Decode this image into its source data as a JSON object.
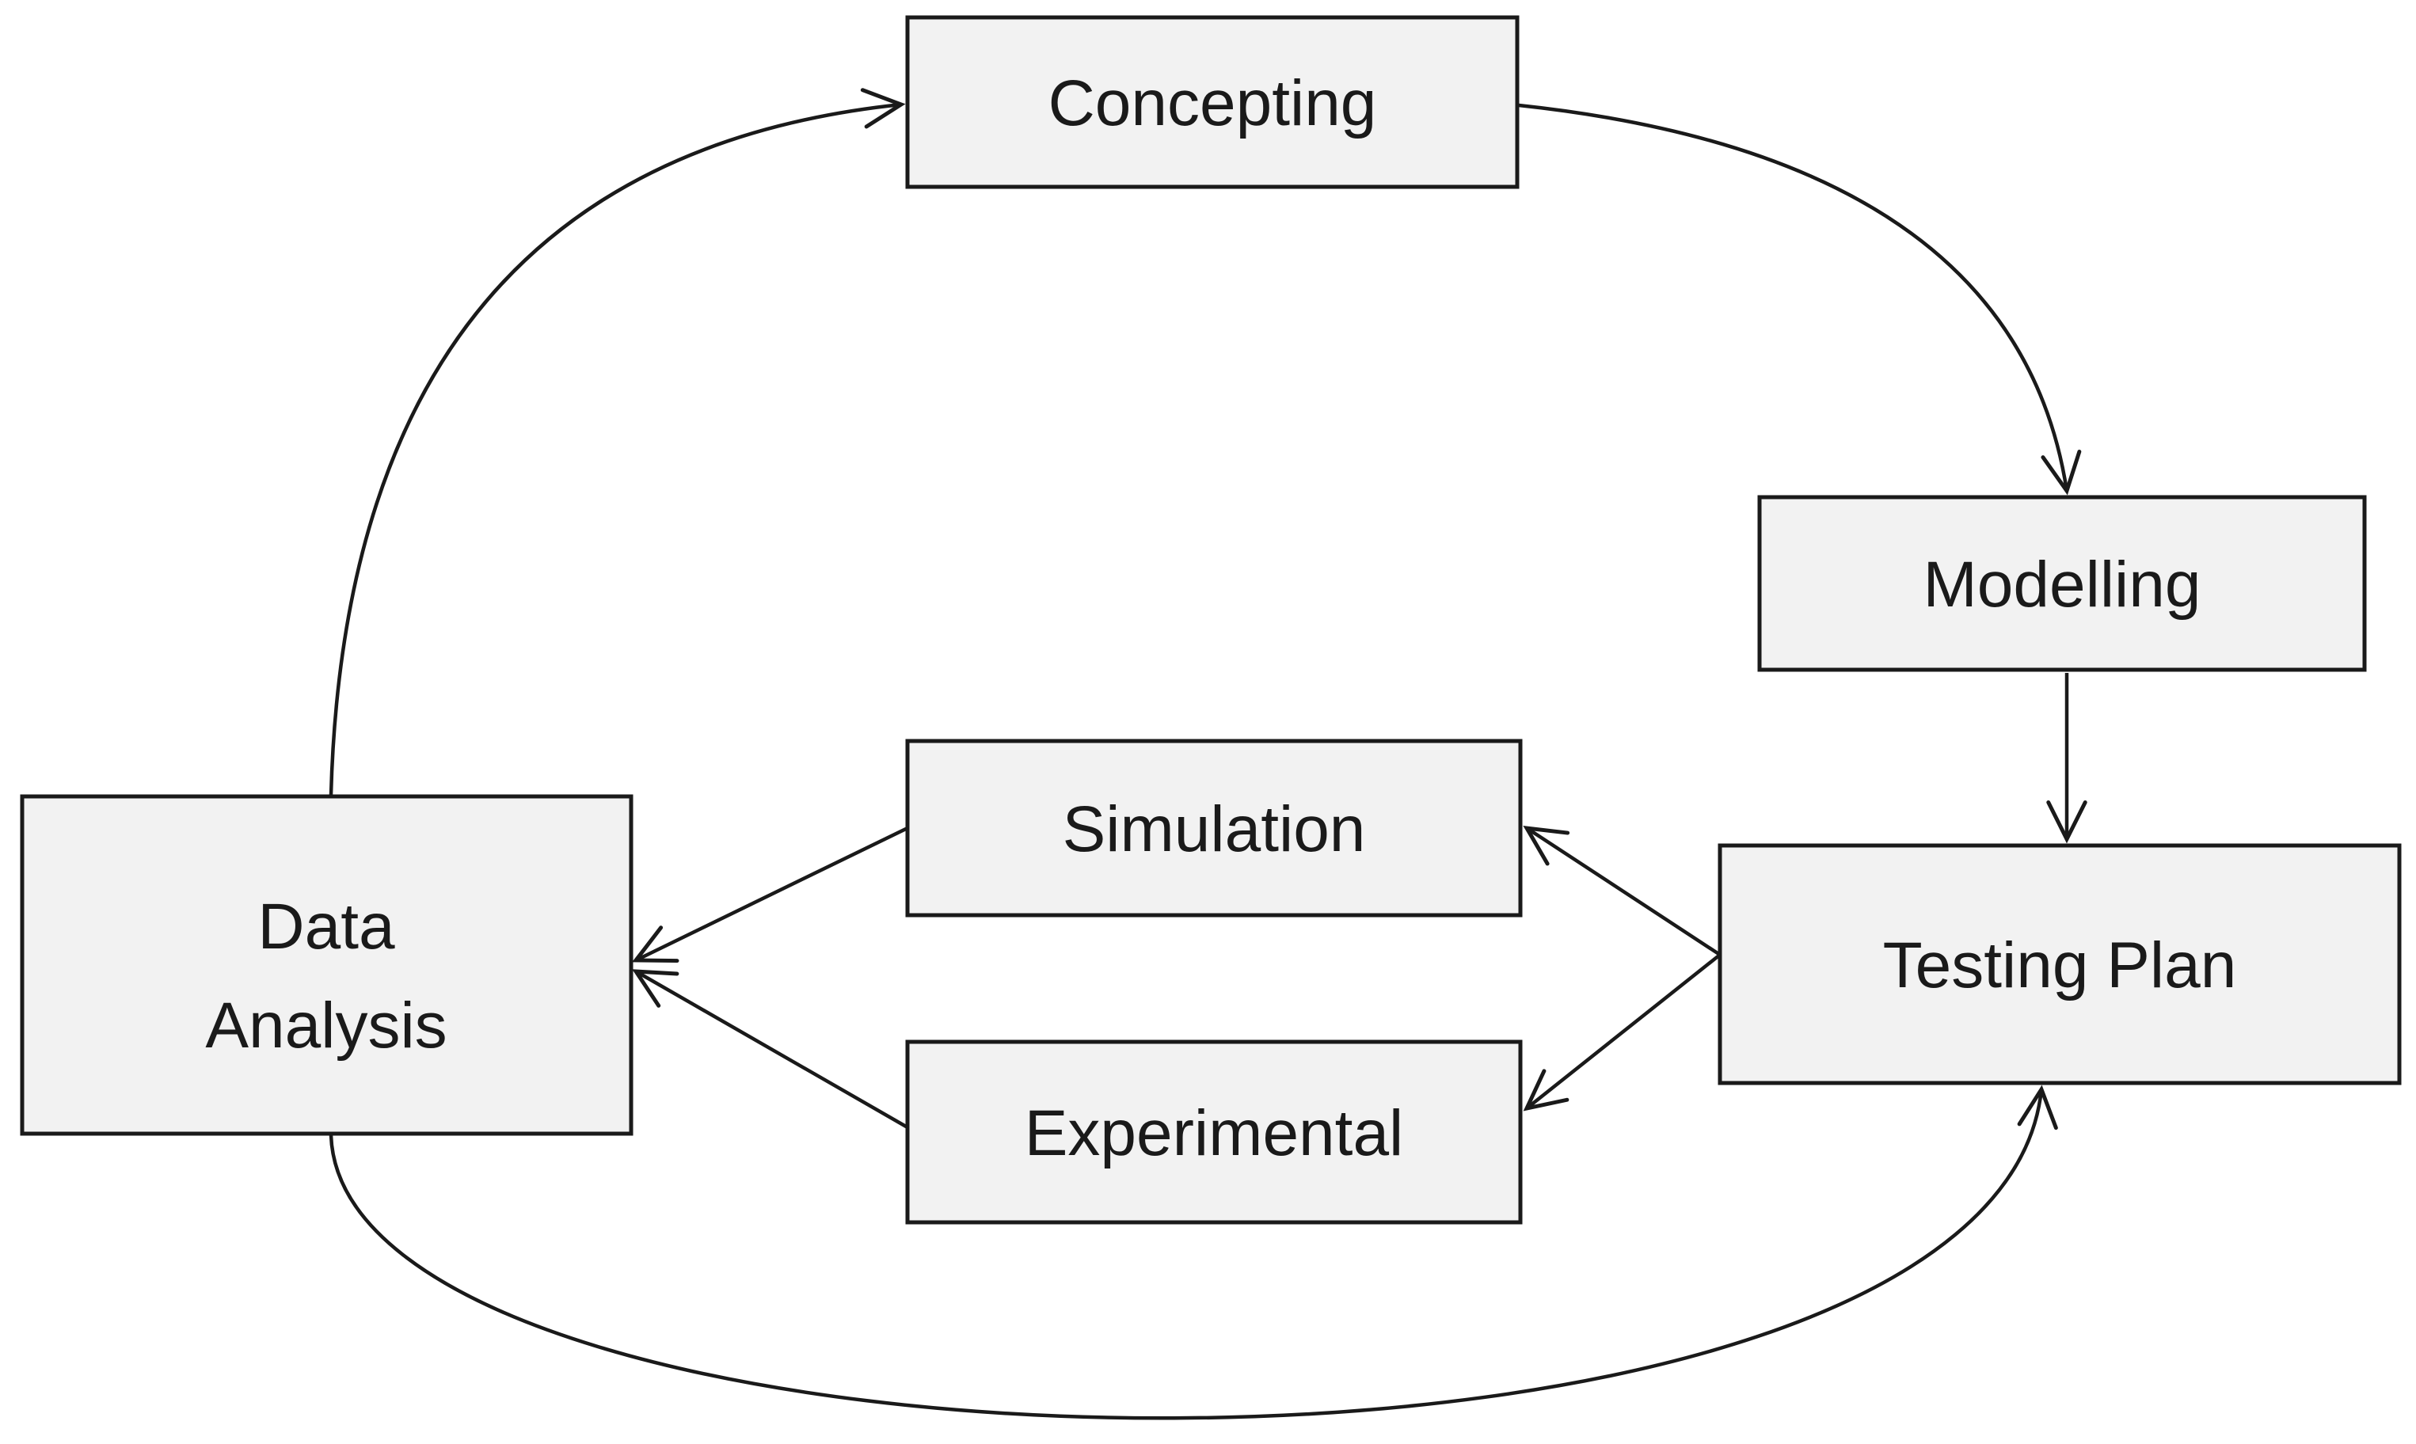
{
  "diagram": {
    "nodes": {
      "concepting": {
        "label": "Concepting"
      },
      "modelling": {
        "label": "Modelling"
      },
      "testing_plan": {
        "label": "Testing Plan"
      },
      "simulation": {
        "label": "Simulation"
      },
      "experimental": {
        "label": "Experimental"
      },
      "data_analysis": {
        "line1": "Data",
        "line2": "Analysis"
      }
    },
    "edges": [
      {
        "from": "Data Analysis",
        "to": "Concepting",
        "style": "curved"
      },
      {
        "from": "Concepting",
        "to": "Modelling",
        "style": "curved"
      },
      {
        "from": "Modelling",
        "to": "Testing Plan",
        "style": "straight"
      },
      {
        "from": "Testing Plan",
        "to": "Simulation",
        "style": "straight"
      },
      {
        "from": "Testing Plan",
        "to": "Experimental",
        "style": "straight"
      },
      {
        "from": "Simulation",
        "to": "Data Analysis",
        "style": "straight"
      },
      {
        "from": "Experimental",
        "to": "Data Analysis",
        "style": "straight"
      },
      {
        "from": "Data Analysis",
        "to": "Testing Plan",
        "style": "curved"
      }
    ],
    "colors": {
      "node_fill": "#f2f2f2",
      "node_border": "#1a1a1a",
      "arrow": "#1a1a1a",
      "text": "#1a1a1a",
      "background": "#ffffff"
    }
  }
}
